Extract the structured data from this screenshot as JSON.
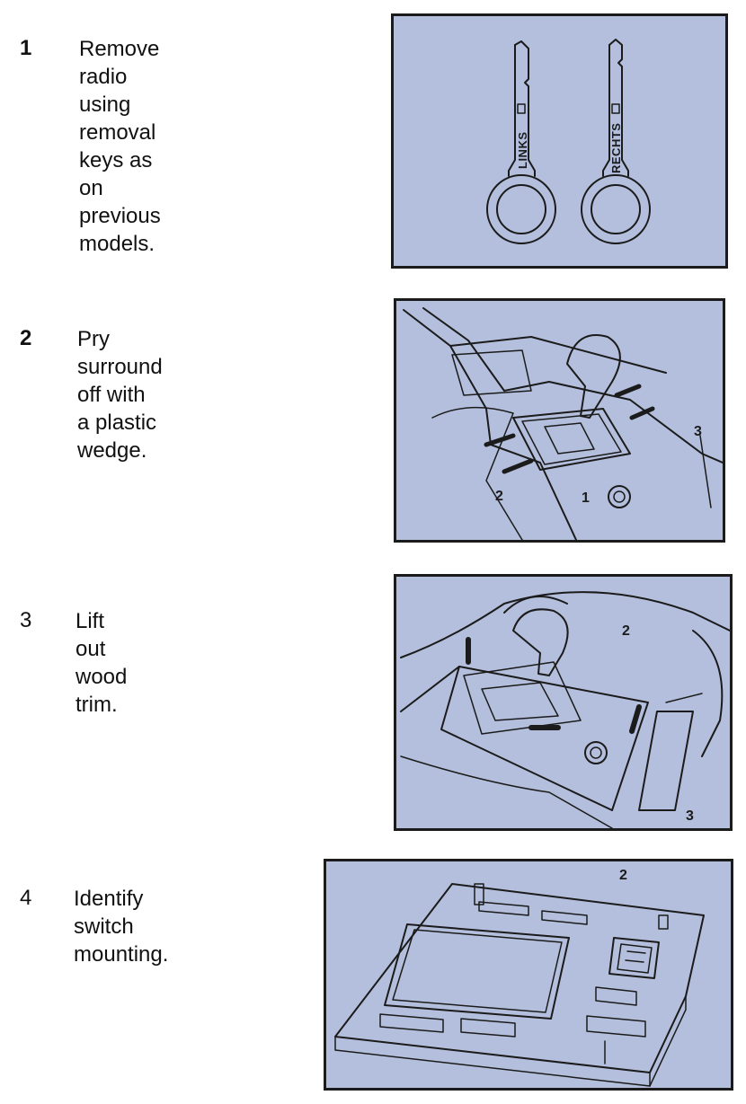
{
  "steps": [
    {
      "number": "1",
      "text": "Remove radio using\nremoval keys as on\nprevious models.",
      "figure": {
        "key_left_label": "LINKS",
        "key_right_label": "RECHTS"
      }
    },
    {
      "number": "2",
      "text": "Pry surround off with a plastic\nwedge.",
      "figure": {
        "callouts": [
          "1",
          "2",
          "3"
        ]
      }
    },
    {
      "number": "3",
      "text": "Lift out wood trim.",
      "figure": {
        "callouts": [
          "2",
          "3"
        ]
      }
    },
    {
      "number": "4",
      "text": "Identify switch\nmounting.",
      "figure": {
        "callouts": [
          "2"
        ]
      }
    }
  ],
  "colors": {
    "panel_fill": "#b3bfdc",
    "line": "#1b1b1b"
  }
}
